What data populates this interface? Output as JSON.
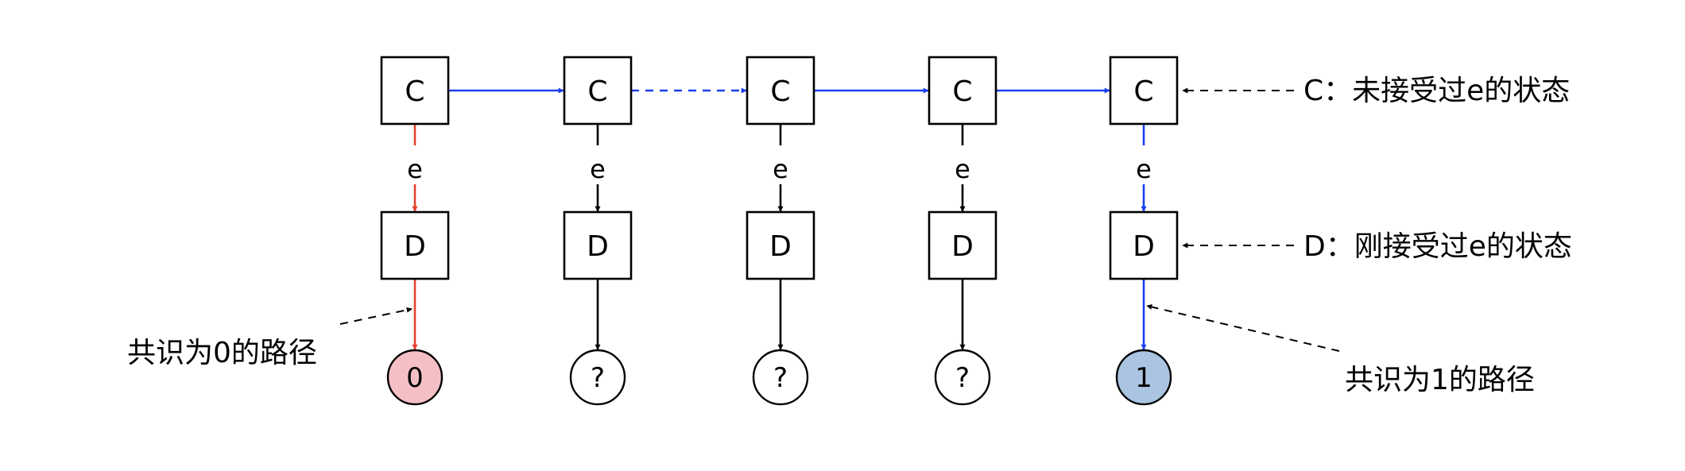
{
  "colors": {
    "blue": "#1a3ff0",
    "red": "#e5412c",
    "black": "#000000",
    "result_zero_fill": "#f5c0c5",
    "result_one_fill": "#aac4e2",
    "result_unknown_fill": "#ffffff"
  },
  "columns": [
    {
      "top_label": "C",
      "edge_label": "e",
      "bottom_label": "D",
      "result": "0",
      "vertical_color": "red",
      "result_fill": "result_zero_fill"
    },
    {
      "top_label": "C",
      "edge_label": "e",
      "bottom_label": "D",
      "result": "?",
      "vertical_color": "black",
      "result_fill": "result_unknown_fill"
    },
    {
      "top_label": "C",
      "edge_label": "e",
      "bottom_label": "D",
      "result": "?",
      "vertical_color": "black",
      "result_fill": "result_unknown_fill"
    },
    {
      "top_label": "C",
      "edge_label": "e",
      "bottom_label": "D",
      "result": "?",
      "vertical_color": "black",
      "result_fill": "result_unknown_fill"
    },
    {
      "top_label": "C",
      "edge_label": "e",
      "bottom_label": "D",
      "result": "1",
      "vertical_color": "blue",
      "result_fill": "result_one_fill"
    }
  ],
  "horizontal_links": [
    {
      "from": 0,
      "to": 1,
      "style": "solid"
    },
    {
      "from": 1,
      "to": 2,
      "style": "dashed"
    },
    {
      "from": 2,
      "to": 3,
      "style": "solid"
    },
    {
      "from": 3,
      "to": 4,
      "style": "solid"
    }
  ],
  "annotations": {
    "c_state": "C：未接受过e的状态",
    "d_state": "D：刚接受过e的状态",
    "path_zero": "共识为0的路径",
    "path_one": "共识为1的路径"
  }
}
